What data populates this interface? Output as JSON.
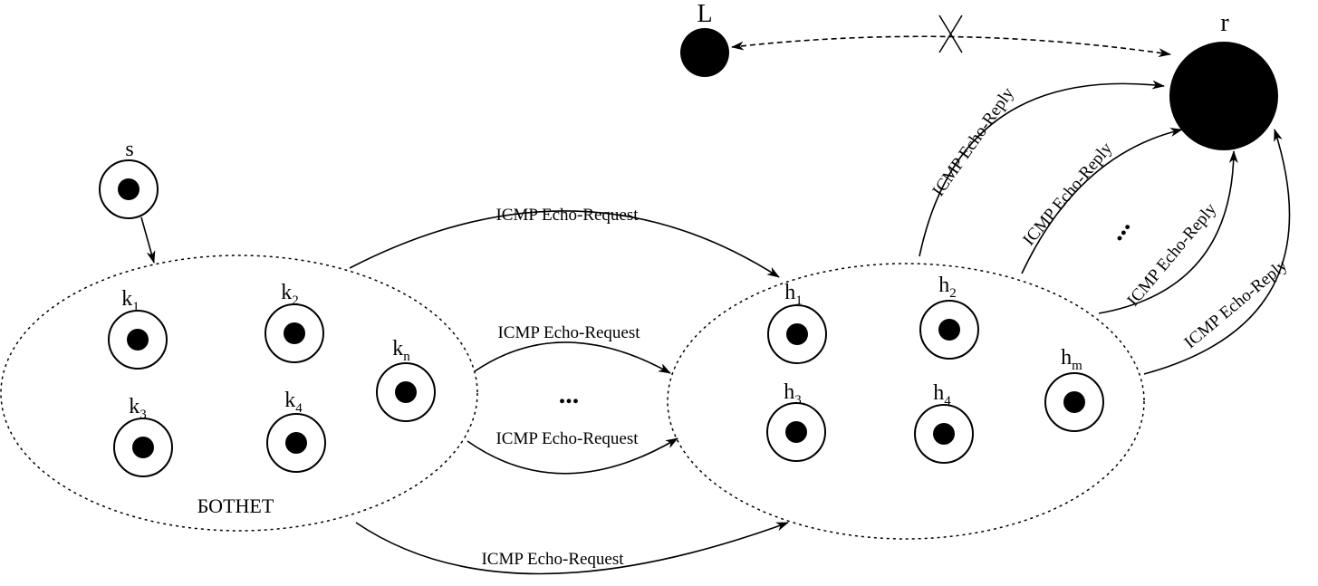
{
  "labels": {
    "L": "L",
    "r": "r",
    "s": "s",
    "k1": {
      "base": "k",
      "sub": "1"
    },
    "k2": {
      "base": "k",
      "sub": "2"
    },
    "kn": {
      "base": "k",
      "sub": "n"
    },
    "k3": {
      "base": "k",
      "sub": "3"
    },
    "k4": {
      "base": "k",
      "sub": "4"
    },
    "h1": {
      "base": "h",
      "sub": "1"
    },
    "h2": {
      "base": "h",
      "sub": "2"
    },
    "hm": {
      "base": "h",
      "sub": "m"
    },
    "h3": {
      "base": "h",
      "sub": "3"
    },
    "h4": {
      "base": "h",
      "sub": "4"
    },
    "botnet": "БОТНЕТ",
    "ellipsis": "..."
  },
  "edges": {
    "echo_request": "ICMP Echo-Request",
    "echo_reply": "ICMP Echo-Reply"
  },
  "colors": {
    "stroke": "#000000",
    "fill": "#000000",
    "background": "#ffffff"
  }
}
